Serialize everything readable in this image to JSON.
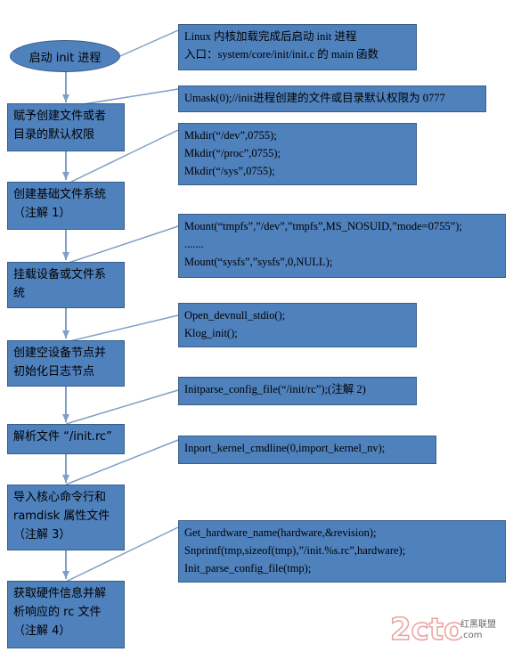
{
  "start": {
    "label": "启动 init 进程"
  },
  "steps": [
    {
      "lines": [
        "赋予创建文件或者",
        "目录的默认权限"
      ]
    },
    {
      "lines": [
        "创建基础文件系统",
        "（注解 1）"
      ]
    },
    {
      "lines": [
        "挂载设备或文件系",
        "统"
      ]
    },
    {
      "lines": [
        "创建空设备节点并",
        "初始化日志节点"
      ]
    },
    {
      "lines": [
        "解析文件 “/init.rc”"
      ]
    },
    {
      "lines": [
        "导入核心命令行和",
        "ramdisk 属性文件",
        "（注解 3）"
      ]
    },
    {
      "lines": [
        "获取硬件信息并解",
        "析响应的 rc 文件",
        "（注解 4）"
      ]
    }
  ],
  "notes": [
    {
      "lines": [
        "Linux 内核加载完成后启动 init 进程",
        "入口：system/core/init/init.c 的 main 函数"
      ]
    },
    {
      "lines": [
        "Umask(0);//init进程创建的文件或目录默认权限为 0777"
      ]
    },
    {
      "lines": [
        "Mkdir(“/dev”,0755);",
        "Mkdir(“/proc”,0755);",
        "Mkdir(“/sys”,0755);"
      ]
    },
    {
      "lines": [
        "Mount(“tmpfs”,”/dev”,”tmpfs”,MS_NOSUID,”mode=0755”);",
        ".......",
        "Mount(“sysfs”,”sysfs”,0,NULL);"
      ]
    },
    {
      "lines": [
        "Open_devnull_stdio();",
        "Klog_init();"
      ]
    },
    {
      "lines": [
        "Initparse_config_file(“/init/rc”);(注解 2)"
      ]
    },
    {
      "lines": [
        "Inport_kernel_cmdline(0,import_kernel_nv);"
      ]
    },
    {
      "lines": [
        "Get_hardware_name(hardware,&revision);",
        "Snprintf(tmp,sizeof(tmp),”/init.%s.rc”,hardware);",
        "Init_parse_config_file(tmp);"
      ]
    }
  ],
  "watermark": {
    "main": "2cto",
    "sub": [
      "红黑联盟",
      ".com"
    ]
  },
  "colors": {
    "box_fill": "#4f81bd",
    "box_border": "#385d8a",
    "wire": "#7f9fc8",
    "watermark": "#d9534f"
  }
}
